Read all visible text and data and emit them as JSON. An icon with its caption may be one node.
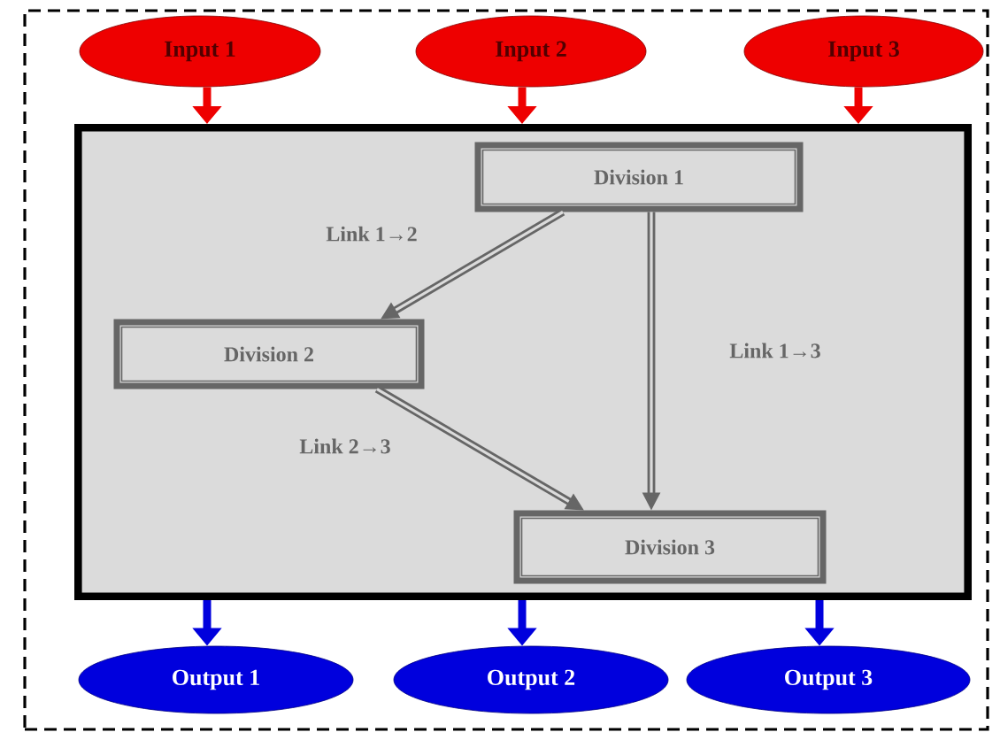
{
  "diagram": {
    "nodes": [
      {
        "text": [],
        "shape": "box"
      },
      {
        "text": [
          "Input 1"
        ],
        "in": 0
      },
      {
        "text": [
          "Input 2"
        ],
        "in": 0
      },
      {
        "text": [
          "Input 3"
        ],
        "in": 0
      },
      {
        "text": [],
        "shape": "box",
        "in": 0
      },
      {
        "text": [
          "Division 1"
        ],
        "in": 4
      },
      {
        "text": [
          "Division 2"
        ],
        "in": 4
      },
      {
        "text": [
          "Division 3"
        ],
        "in": 4
      },
      {
        "text": [
          "Output 1"
        ],
        "in": 0
      },
      {
        "text": [
          "Output 2"
        ],
        "in": 0
      },
      {
        "text": [
          "Output 3"
        ],
        "in": 0
      }
    ],
    "edges": [
      {
        "from": 1,
        "to": 4,
        "arrow": "to",
        "color": "#ee0000"
      },
      {
        "from": 2,
        "to": 4,
        "arrow": "to",
        "color": "#ee0000"
      },
      {
        "from": 3,
        "to": 4,
        "arrow": "to",
        "color": "#ee0000"
      },
      {
        "from": 5,
        "to": 6,
        "arrow": "to",
        "label": "Link 1→2",
        "color": "#666666"
      },
      {
        "from": 5,
        "to": 7,
        "arrow": "to",
        "label": "Link 1→3",
        "color": "#666666"
      },
      {
        "from": 6,
        "to": 7,
        "arrow": "to",
        "label": "Link 2→3",
        "color": "#666666"
      },
      {
        "from": 4,
        "to": 8,
        "arrow": "to",
        "color": "#0000dd"
      },
      {
        "from": 4,
        "to": 9,
        "arrow": "to",
        "color": "#0000dd"
      },
      {
        "from": 4,
        "to": 10,
        "arrow": "to",
        "color": "#0000dd"
      }
    ]
  }
}
